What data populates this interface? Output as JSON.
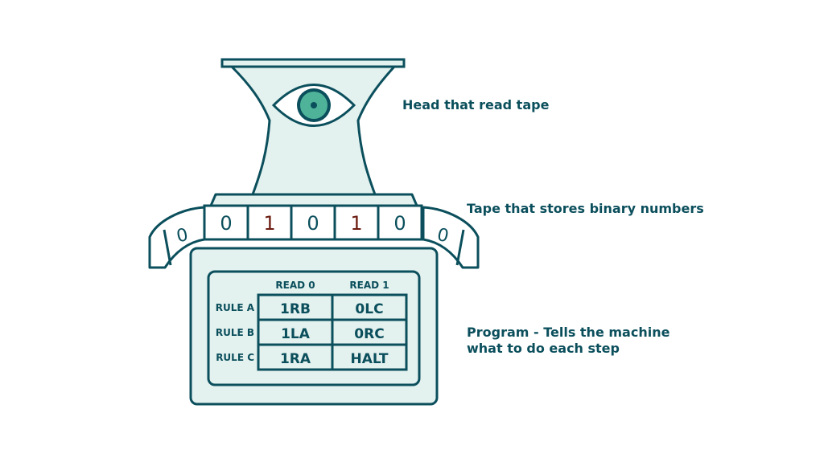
{
  "colors": {
    "stroke": "#0b4f5c",
    "fill_light": "#e3f1ef",
    "tape_cell": "#ffffff",
    "iris": "#4fb39a",
    "one_digit": "#6b1a10",
    "zero_digit": "#0b4f5c"
  },
  "labels": {
    "head": "Head that read tape",
    "tape": "Tape that stores binary numbers",
    "program_line1": "Program - Tells the machine",
    "program_line2": "what to do each step"
  },
  "tape": {
    "front_cells": [
      "0",
      "1",
      "0",
      "1",
      "0"
    ],
    "side_cells": [
      "0",
      "0"
    ]
  },
  "program": {
    "column_headers": [
      "READ 0",
      "READ 1"
    ],
    "rows": [
      {
        "rule": "RULE A",
        "read0": "1RB",
        "read1": "0LC"
      },
      {
        "rule": "RULE B",
        "read0": "1LA",
        "read1": "0RC"
      },
      {
        "rule": "RULE C",
        "read0": "1RA",
        "read1": "HALT"
      }
    ]
  }
}
